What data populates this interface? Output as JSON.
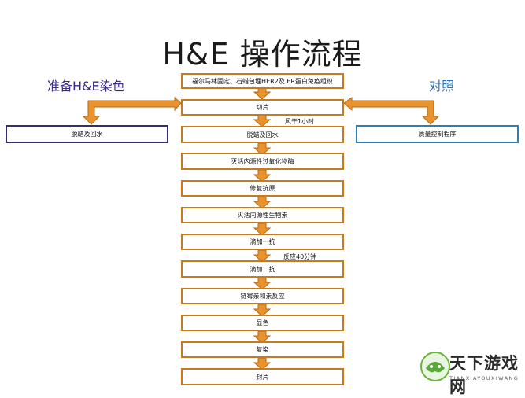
{
  "title": "H&E 操作流程",
  "left_heading": "准备H&E染色",
  "right_heading": "对照",
  "steps": [
    "福尔马林固定、石蜡包埋HER2及 ER蛋白免疫组织",
    "切片",
    "脱蜡及回水",
    "灭活内源性过氧化物酶",
    "修复抗原",
    "灭活内源性生物素",
    "滴加一抗",
    "滴加二抗",
    "链霉亲和素反应",
    "显色",
    "复染",
    "封片"
  ],
  "left_box": "脱蜡及回水",
  "right_box": "质量控制程序",
  "notes": {
    "dry": "风干1小时",
    "react": "反应40分钟"
  },
  "watermark": {
    "name": "天下游戏网",
    "sub": "TIANXIAYOUXIWANG"
  },
  "colors": {
    "arrow": "#e8932e",
    "arrow_stroke": "#b86a14",
    "box_border": "#c97a1c",
    "left_accent": "#3a2a6e",
    "right_accent": "#2b7fb8"
  }
}
